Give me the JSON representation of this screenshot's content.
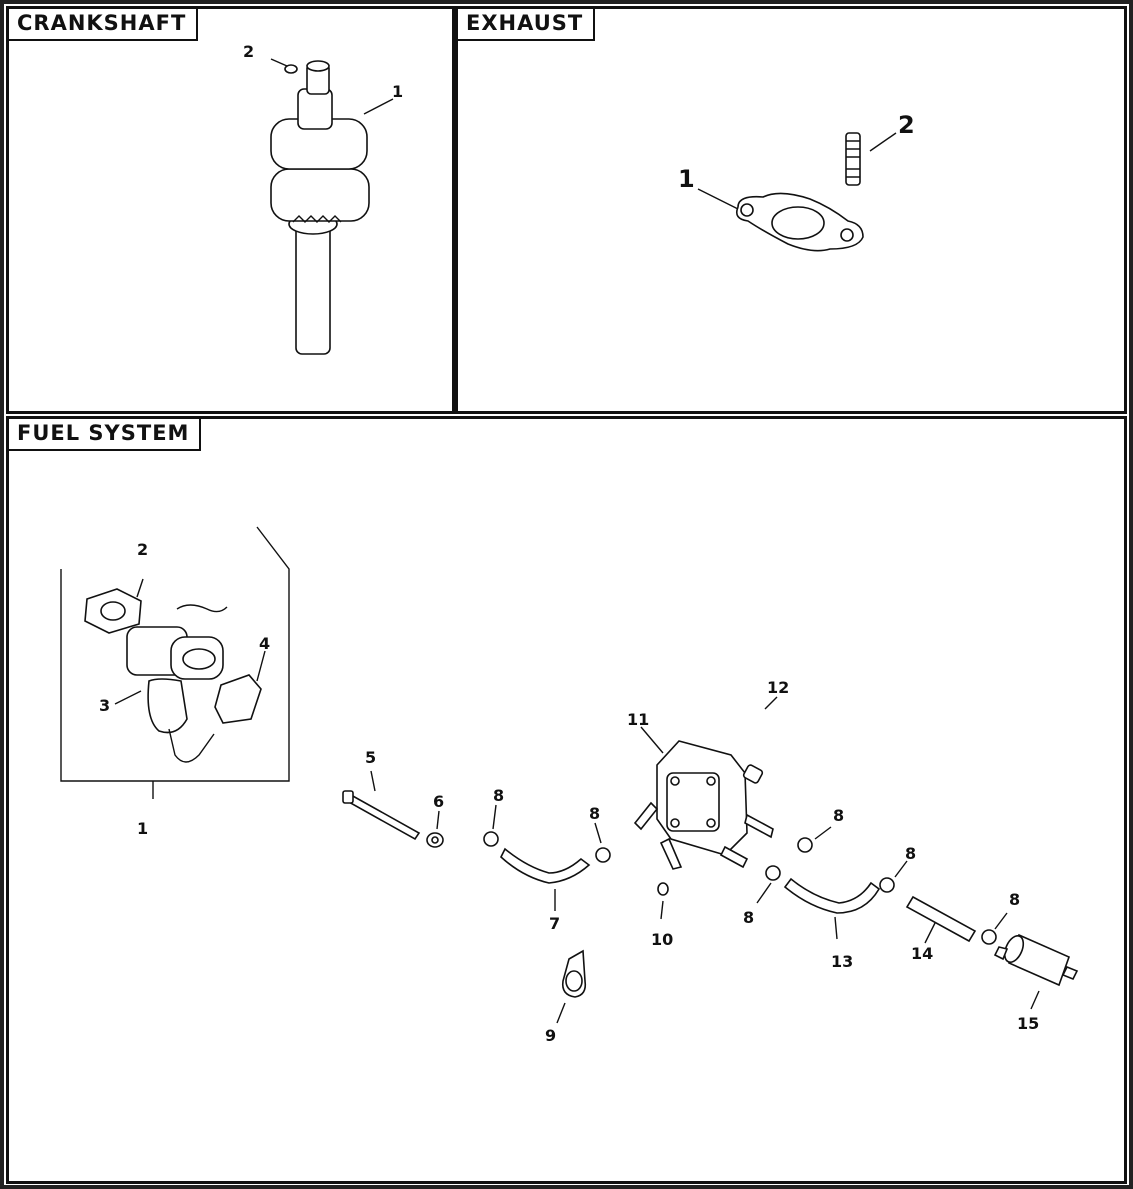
{
  "panels": {
    "crankshaft": {
      "title": "CRANKSHAFT",
      "callouts": {
        "c1": "1",
        "c2": "2"
      }
    },
    "exhaust": {
      "title": "EXHAUST",
      "callouts": {
        "c1": "1",
        "c2": "2"
      }
    },
    "fuel_system": {
      "title": "FUEL SYSTEM",
      "callouts": {
        "c1": "1",
        "c2": "2",
        "c3": "3",
        "c4": "4",
        "c5": "5",
        "c6": "6",
        "c7": "7",
        "c8a": "8",
        "c8b": "8",
        "c8c": "8",
        "c8d": "8",
        "c8e": "8",
        "c8f": "8",
        "c9": "9",
        "c10": "10",
        "c11": "11",
        "c12": "12",
        "c13": "13",
        "c14": "14",
        "c15": "15"
      }
    }
  },
  "colors": {
    "line": "#111111",
    "background": "#ffffff"
  }
}
